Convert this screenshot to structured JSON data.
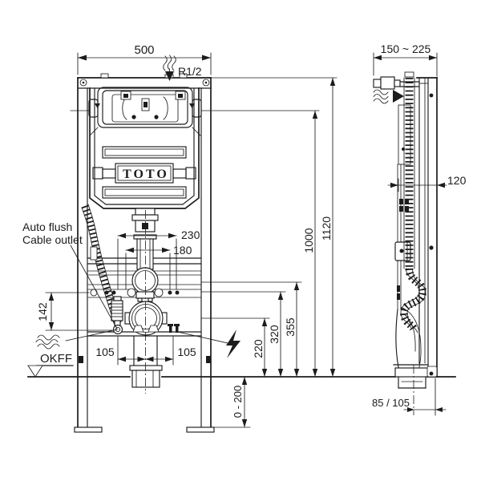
{
  "front_view": {
    "dim_width_top": "500",
    "water_inlet_label": "R1/2",
    "note_auto_flush": "Auto flush",
    "note_cable_outlet": "Cable outlet",
    "dim_fixing_bolts_outer": "230",
    "dim_fixing_bolts_inner": "180",
    "dim_cable_outlet_height": "142",
    "dim_drain_offset_left": "105",
    "dim_drain_offset_right": "105",
    "dim_power_height": "220",
    "dim_height_320": "320",
    "dim_height_355": "355",
    "dim_plate_height": "1000",
    "dim_frame_height": "1120",
    "dim_leg_adjust_range": "0 - 200",
    "floor_datum_label": "OKFF",
    "brand_logo": "TOTO"
  },
  "side_view": {
    "dim_depth_range": "150 ~ 225",
    "dim_frame_depth": "120",
    "dim_drain_center_to_wall": "85 / 105"
  },
  "icons": {
    "water_inlet": "wavy-water-lines",
    "water_flow": "wavy-water-lines",
    "power_connection": "lightning-bolt",
    "floor_datum": "datum-triangle"
  },
  "colors": {
    "line": "#1c1c1c",
    "background": "#ffffff"
  }
}
